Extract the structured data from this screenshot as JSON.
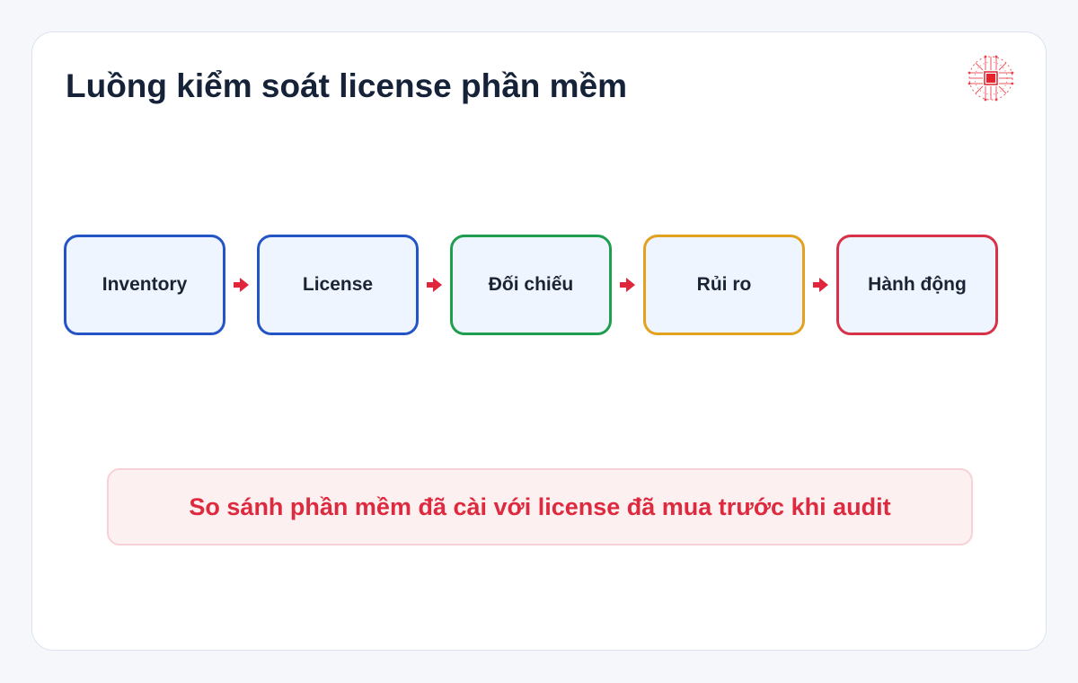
{
  "title": "Luồng kiểm soát license phần mềm",
  "logo": {
    "icon": "chip-icon",
    "color": "#e3232d"
  },
  "steps": [
    {
      "label": "Inventory",
      "color": "#2554c7"
    },
    {
      "label": "License",
      "color": "#2554c7"
    },
    {
      "label": "Đối chiếu",
      "color": "#1f9e4f"
    },
    {
      "label": "Rủi ro",
      "color": "#e2a11f"
    },
    {
      "label": "Hành động",
      "color": "#d8314a"
    }
  ],
  "arrow_color": "#e0263c",
  "note": "So sánh phần mềm đã cài với license đã mua trước khi audit"
}
